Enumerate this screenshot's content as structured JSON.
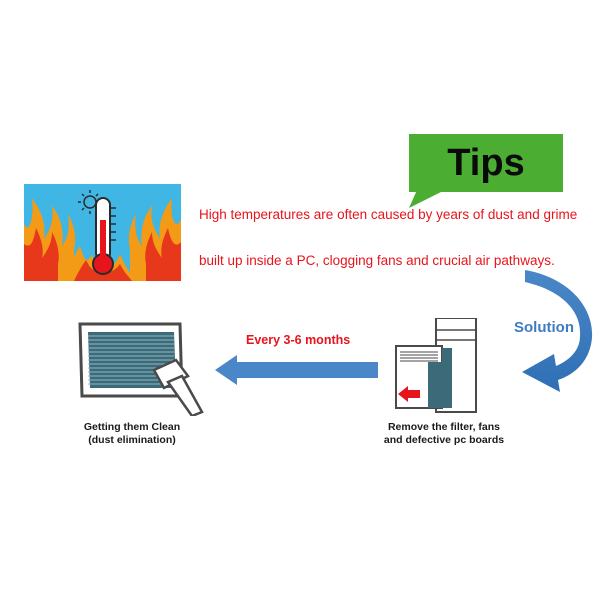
{
  "tips": {
    "label": "Tips",
    "color": "#4bae33"
  },
  "description": {
    "line1": "High temperatures are often caused by years of dust and grime",
    "line2": "built up inside a PC, clogging fans and crucial air pathways.",
    "color": "#e8141c"
  },
  "solution": {
    "label": "Solution",
    "arrow_color": "#3f7cbf"
  },
  "frequency": {
    "label": "Every 3-6 months"
  },
  "step_remove": {
    "label_line1": "Remove the filter, fans",
    "label_line2": "and defective pc boards"
  },
  "step_clean": {
    "label_line1": "Getting them Clean",
    "label_line2": "(dust elimination)"
  },
  "icons": [
    "thermometer-fire-icon",
    "vacuum-monitor-icon",
    "filter-unit-icon"
  ]
}
